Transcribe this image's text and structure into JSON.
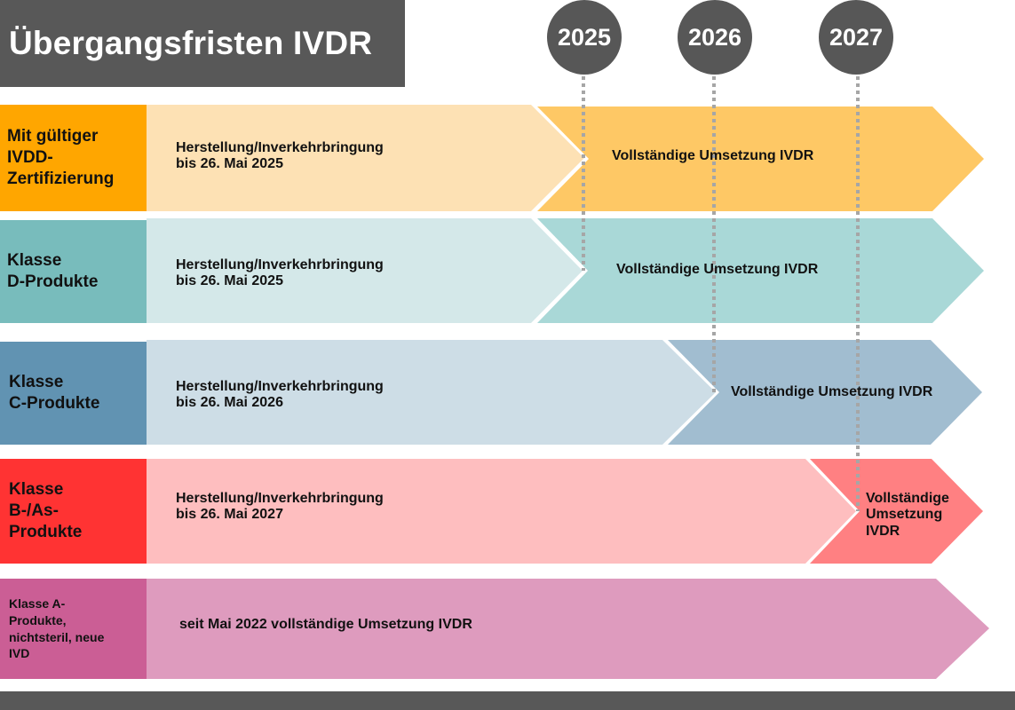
{
  "title": "Übergangsfristen IVDR",
  "years": [
    "2025",
    "2026",
    "2027"
  ],
  "rows": [
    {
      "label": "Mit gültiger\nIVDD-\nZertifizierung",
      "phase1": "Herstellung/Inverkehrbringung\nbis 26. Mai 2025",
      "phase2": "Vollständige Umsetzung IVDR",
      "deadline_year": "2025",
      "colors": {
        "label": "#FFA600",
        "phase1": "#FDE1B4",
        "phase2": "#FEC865"
      }
    },
    {
      "label": "Klasse\nD-Produkte",
      "phase1": "Herstellung/Inverkehrbringung\nbis 26. Mai 2025",
      "phase2": "Vollständige Umsetzung IVDR",
      "deadline_year": "2025",
      "colors": {
        "label": "#78BCBC",
        "phase1": "#D4E8E9",
        "phase2": "#A9D8D7"
      }
    },
    {
      "label": "Klasse\nC-Produkte",
      "phase1": "Herstellung/Inverkehrbringung\nbis 26. Mai 2026",
      "phase2": "Vollständige Umsetzung IVDR",
      "deadline_year": "2026",
      "colors": {
        "label": "#6193B2",
        "phase1": "#CDDDE6",
        "phase2": "#A1BDD0"
      }
    },
    {
      "label": "Klasse\nB-/As-\nProdukte",
      "phase1": "Herstellung/Inverkehrbringung\nbis 26. Mai 2027",
      "phase2": "Vollständige\nUmsetzung\nIVDR",
      "deadline_year": "2027",
      "colors": {
        "label": "#FF3333",
        "phase1": "#FEBEBF",
        "phase2": "#FF8082"
      }
    },
    {
      "label": "Klasse A-\nProdukte,\nnichtsteril, neue\nIVD",
      "phase1": "seit Mai 2022 vollständige Umsetzung IVDR",
      "phase2": "",
      "deadline_year": "",
      "colors": {
        "label": "#CB5E95",
        "phase1": "#DE9BBE",
        "phase2": ""
      }
    }
  ],
  "colors": {
    "title_bg": "#585858",
    "year_circle": "#575757",
    "dotted_line": "#A6A6A6"
  }
}
